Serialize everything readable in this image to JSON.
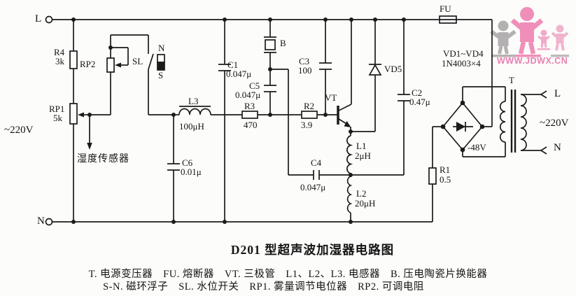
{
  "title": "D201 型超声波加湿器电路图",
  "legend": {
    "line1": "T. 电源变压器　FU. 熔断器　VT. 三极管　L1、L2、L3. 电感器　B. 压电陶瓷片换能器",
    "line2": "S-N. 磁环浮子　SL. 水位开关　RP1. 雾量调节电位器　RP2. 可调电阻"
  },
  "terminals": {
    "left_line": "L",
    "left_neutral": "N",
    "left_voltage": "~220V",
    "right_line": "L",
    "right_neutral": "N",
    "right_voltage": "~220V"
  },
  "power": {
    "fuse_ref": "FU",
    "diode_set_ref": "VD1~VD4",
    "diode_set_type": "1N4003×4",
    "dc_output": "-48V",
    "transformer_ref": "T"
  },
  "components": {
    "r4": {
      "ref": "R4",
      "value": "3k"
    },
    "rp2": {
      "ref": "RP2"
    },
    "rp1": {
      "ref": "RP1",
      "value": "5k"
    },
    "sl": {
      "ref": "SL"
    },
    "magnet": {
      "north": "N",
      "south": "S"
    },
    "sensor": {
      "label": "湿度传感器"
    },
    "l3": {
      "ref": "L3",
      "value": "100μH"
    },
    "c6": {
      "ref": "C6",
      "value": "0.01μ"
    },
    "c1": {
      "ref": "C1",
      "value": "0.047μ"
    },
    "b": {
      "ref": "B"
    },
    "c5": {
      "ref": "C5",
      "value": "0.047μ"
    },
    "r3": {
      "ref": "R3",
      "value": "470"
    },
    "c3": {
      "ref": "C3",
      "value": "100"
    },
    "r2": {
      "ref": "R2",
      "value": "3.9"
    },
    "vt": {
      "ref": "VT"
    },
    "vd5": {
      "ref": "VD5"
    },
    "c2": {
      "ref": "C2",
      "value": "0.47μ"
    },
    "c4": {
      "ref": "C4",
      "value": "0.047μ"
    },
    "l1": {
      "ref": "L1",
      "value": "2μH"
    },
    "l2": {
      "ref": "L2",
      "value": "20μH"
    },
    "r1": {
      "ref": "R1",
      "value": "0.5"
    }
  },
  "watermark": {
    "url": "WWW.JDWX.CN"
  },
  "colors": {
    "ink": "#1b1b1b",
    "paper": "#fcfcfa",
    "watermark_pink": "#ef8fb9",
    "watermark_gray": "#b3b1b1"
  }
}
